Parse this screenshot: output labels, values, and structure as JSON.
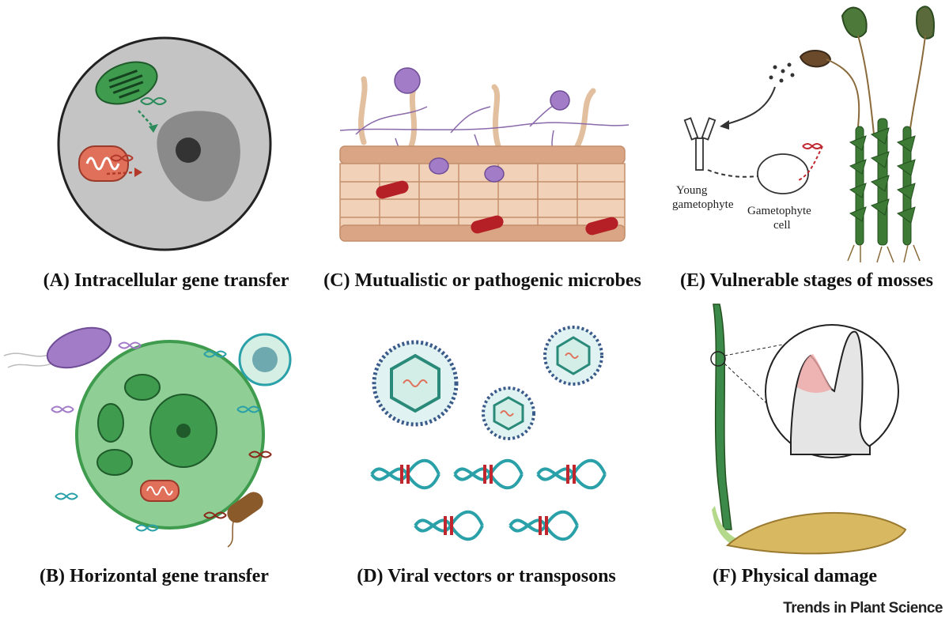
{
  "panels": {
    "a": {
      "caption": "(A) Intracellular gene transfer"
    },
    "b": {
      "caption": "(B) Horizontal gene transfer"
    },
    "c": {
      "caption": "(C) Mutualistic or pathogenic microbes"
    },
    "d": {
      "caption": "(D) Viral vectors or transposons"
    },
    "e": {
      "caption": "(E) Vulnerable stages of mosses",
      "label_young": "Young",
      "label_gametophyte": "gametophyte",
      "label_gametophyte2": "Gametophyte",
      "label_cell": "cell"
    },
    "f": {
      "caption": "(F) Physical damage"
    }
  },
  "brand": "Trends in Plant Science",
  "colors": {
    "cell_grey": "#c4c4c4",
    "nucleus_grey": "#8a8a8a",
    "chloroplast": "#3f9b4e",
    "mitochondrion": "#e0705a",
    "plant_cell_green": "#8fcf95",
    "dna_teal": "#2aa0a8",
    "dna_red": "#c0262e",
    "root_tissue": "#e9c3a3",
    "seed_tan": "#d8b860",
    "moss_green": "#3c7a35"
  }
}
